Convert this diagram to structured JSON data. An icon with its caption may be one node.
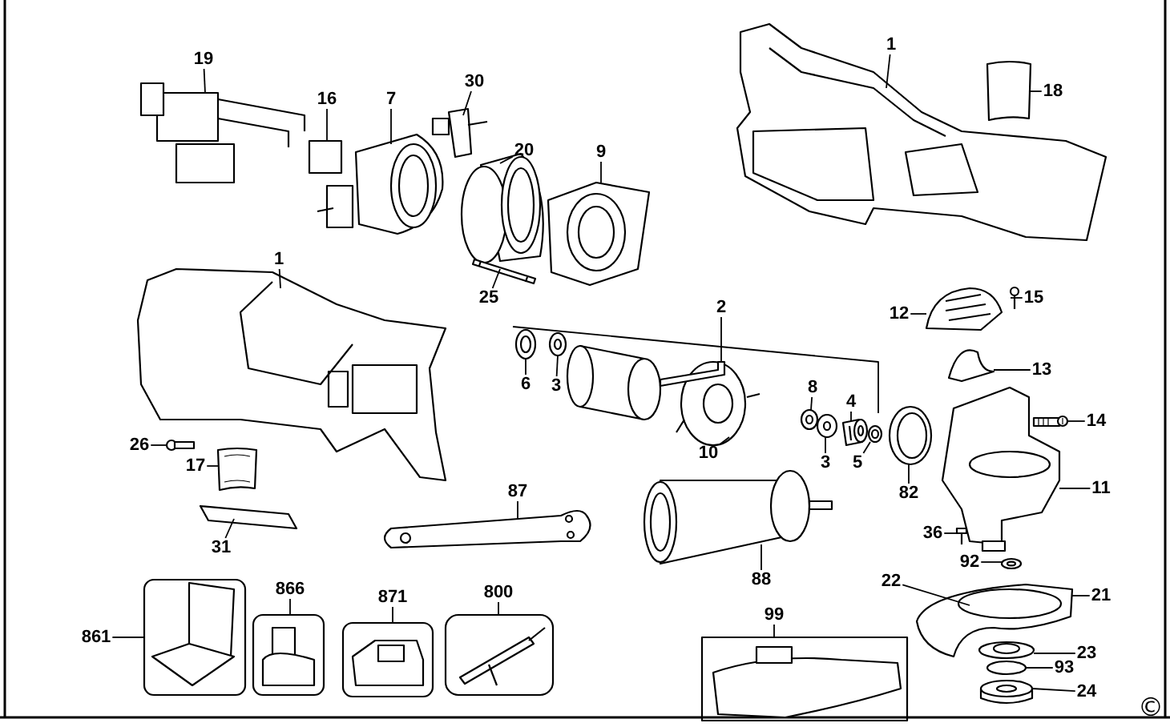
{
  "diagram": {
    "nodes": [
      {
        "text": [
          "19"
        ]
      },
      {
        "text": [
          "16"
        ]
      },
      {
        "text": [
          "7"
        ]
      },
      {
        "text": [
          "30"
        ]
      },
      {
        "text": [
          "20"
        ]
      },
      {
        "text": [
          "9"
        ]
      },
      {
        "text": [
          "1"
        ]
      },
      {
        "text": [
          "18"
        ]
      },
      {
        "text": [
          "1"
        ]
      },
      {
        "text": [
          "25"
        ]
      },
      {
        "text": [
          "2"
        ]
      },
      {
        "text": [
          "6"
        ]
      },
      {
        "text": [
          "3"
        ]
      },
      {
        "text": [
          "12"
        ]
      },
      {
        "text": [
          "15"
        ]
      },
      {
        "text": [
          "13"
        ]
      },
      {
        "text": [
          "8"
        ]
      },
      {
        "text": [
          "4"
        ]
      },
      {
        "text": [
          "10"
        ]
      },
      {
        "text": [
          "3"
        ]
      },
      {
        "text": [
          "5"
        ]
      },
      {
        "text": [
          "82"
        ]
      },
      {
        "text": [
          "14"
        ]
      },
      {
        "text": [
          "11"
        ]
      },
      {
        "text": [
          "26"
        ]
      },
      {
        "text": [
          "17"
        ]
      },
      {
        "text": [
          "87"
        ]
      },
      {
        "text": [
          "31"
        ]
      },
      {
        "text": [
          "36"
        ]
      },
      {
        "text": [
          "88"
        ]
      },
      {
        "text": [
          "92"
        ]
      },
      {
        "text": [
          "22"
        ]
      },
      {
        "text": [
          "21"
        ]
      },
      {
        "text": [
          "861"
        ]
      },
      {
        "text": [
          "866"
        ]
      },
      {
        "text": [
          "871"
        ]
      },
      {
        "text": [
          "800"
        ]
      },
      {
        "text": [
          "99"
        ]
      },
      {
        "text": [
          "23"
        ]
      },
      {
        "text": [
          "93"
        ]
      },
      {
        "text": [
          "24"
        ]
      },
      {
        "text": [],
        "shape": "picture"
      },
      {
        "text": [],
        "shape": "picture"
      },
      {
        "text": [],
        "shape": "picture"
      },
      {
        "text": [],
        "shape": "picture"
      },
      {
        "text": [],
        "shape": "picture"
      },
      {
        "text": [],
        "shape": "picture"
      },
      {
        "text": [],
        "shape": "picture"
      },
      {
        "text": [],
        "shape": "picture"
      },
      {
        "text": [],
        "shape": "picture"
      },
      {
        "text": [],
        "shape": "picture"
      },
      {
        "text": [],
        "shape": "picture"
      },
      {
        "text": [],
        "shape": "picture"
      },
      {
        "text": [],
        "shape": "picture"
      },
      {
        "text": [],
        "shape": "picture"
      },
      {
        "text": [],
        "shape": "picture"
      },
      {
        "text": [],
        "shape": "picture"
      },
      {
        "text": [],
        "shape": "picture"
      },
      {
        "text": [],
        "shape": "picture"
      },
      {
        "text": [],
        "shape": "picture"
      },
      {
        "text": [],
        "shape": "picture"
      },
      {
        "text": [],
        "shape": "picture"
      },
      {
        "text": [],
        "shape": "picture"
      },
      {
        "text": [],
        "shape": "picture"
      },
      {
        "text": [],
        "shape": "picture"
      },
      {
        "text": [],
        "shape": "picture"
      },
      {
        "text": [],
        "shape": "picture"
      },
      {
        "text": [],
        "shape": "picture"
      },
      {
        "text": [],
        "shape": "picture"
      },
      {
        "text": [],
        "shape": "picture"
      },
      {
        "text": [],
        "shape": "picture"
      },
      {
        "text": [],
        "shape": "picture"
      },
      {
        "text": [],
        "shape": "picture"
      },
      {
        "text": [],
        "shape": "picture"
      },
      {
        "text": [],
        "shape": "picture"
      },
      {
        "text": [],
        "shape": "picture"
      },
      {
        "text": [],
        "shape": "picture"
      },
      {
        "text": [],
        "shape": "picture"
      },
      {
        "text": [],
        "shape": "picture"
      },
      {
        "text": [],
        "shape": "picture"
      },
      {
        "text": [],
        "shape": "picture"
      }
    ],
    "edges": [
      {
        "from": 0,
        "to": 41,
        "arrow": "none"
      },
      {
        "from": 1,
        "to": 42,
        "arrow": "none"
      },
      {
        "from": 2,
        "to": 43,
        "arrow": "none"
      },
      {
        "from": 3,
        "to": 44,
        "arrow": "none"
      },
      {
        "from": 4,
        "to": 45,
        "arrow": "none"
      },
      {
        "from": 5,
        "to": 46,
        "arrow": "none"
      },
      {
        "from": 6,
        "to": 47,
        "arrow": "none"
      },
      {
        "from": 7,
        "to": 48,
        "arrow": "none"
      },
      {
        "from": 8,
        "to": 49,
        "arrow": "none"
      },
      {
        "from": 9,
        "to": 50,
        "arrow": "none"
      },
      {
        "from": 10,
        "to": 52,
        "arrow": "none"
      },
      {
        "from": 11,
        "to": 53,
        "arrow": "none"
      },
      {
        "from": 12,
        "to": 54,
        "arrow": "none"
      },
      {
        "from": 13,
        "to": 55,
        "arrow": "none"
      },
      {
        "from": 14,
        "to": 56,
        "arrow": "none"
      },
      {
        "from": 15,
        "to": 57,
        "arrow": "none"
      },
      {
        "from": 16,
        "to": 58,
        "arrow": "none"
      },
      {
        "from": 17,
        "to": 59,
        "arrow": "none"
      },
      {
        "from": 18,
        "to": 51,
        "arrow": "none"
      },
      {
        "from": 19,
        "to": 60,
        "arrow": "none"
      },
      {
        "from": 20,
        "to": 61,
        "arrow": "none"
      },
      {
        "from": 21,
        "to": 62,
        "arrow": "none"
      },
      {
        "from": 22,
        "to": 63,
        "arrow": "none"
      },
      {
        "from": 23,
        "to": 64,
        "arrow": "none"
      },
      {
        "from": 24,
        "to": 65,
        "arrow": "none"
      },
      {
        "from": 25,
        "to": 66,
        "arrow": "none"
      },
      {
        "from": 26,
        "to": 67,
        "arrow": "none"
      },
      {
        "from": 27,
        "to": 68,
        "arrow": "none"
      },
      {
        "from": 28,
        "to": 69,
        "arrow": "none"
      },
      {
        "from": 29,
        "to": 70,
        "arrow": "none"
      },
      {
        "from": 30,
        "to": 71,
        "arrow": "none"
      },
      {
        "from": 31,
        "to": 72,
        "arrow": "none"
      },
      {
        "from": 32,
        "to": 72,
        "arrow": "none"
      },
      {
        "from": 33,
        "to": 73,
        "arrow": "none"
      },
      {
        "from": 34,
        "to": 74,
        "arrow": "none"
      },
      {
        "from": 35,
        "to": 75,
        "arrow": "none"
      },
      {
        "from": 36,
        "to": 76,
        "arrow": "none"
      },
      {
        "from": 37,
        "to": 77,
        "arrow": "none"
      },
      {
        "from": 38,
        "to": 78,
        "arrow": "none"
      },
      {
        "from": 39,
        "to": 79,
        "arrow": "none"
      },
      {
        "from": 40,
        "to": 80,
        "arrow": "none"
      }
    ],
    "labels": [
      "©"
    ]
  }
}
